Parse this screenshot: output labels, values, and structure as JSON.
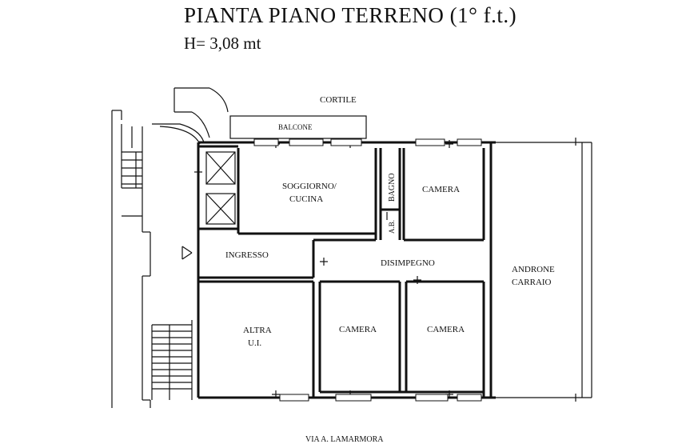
{
  "header": {
    "title": "PIANTA PIANO TERRENO (1° f.t.)",
    "height": "H= 3,08 mt"
  },
  "rooms": {
    "cortile": "CORTILE",
    "balcone": "BALCONE",
    "soggiorno_line1": "SOGGIORNO/",
    "soggiorno_line2": "CUCINA",
    "bagno": "BAGNO",
    "camera_top": "CAMERA",
    "ab": "A.B.",
    "ingresso": "INGRESSO",
    "disimpegno": "DISIMPEGNO",
    "androne_line1": "ANDRONE",
    "androne_line2": "CARRAIO",
    "altra_line1": "ALTRA",
    "altra_line2": "U.I.",
    "camera_bottom_left": "CAMERA",
    "camera_bottom_right": "CAMERA"
  },
  "street": "VIA A. LAMARMORA"
}
